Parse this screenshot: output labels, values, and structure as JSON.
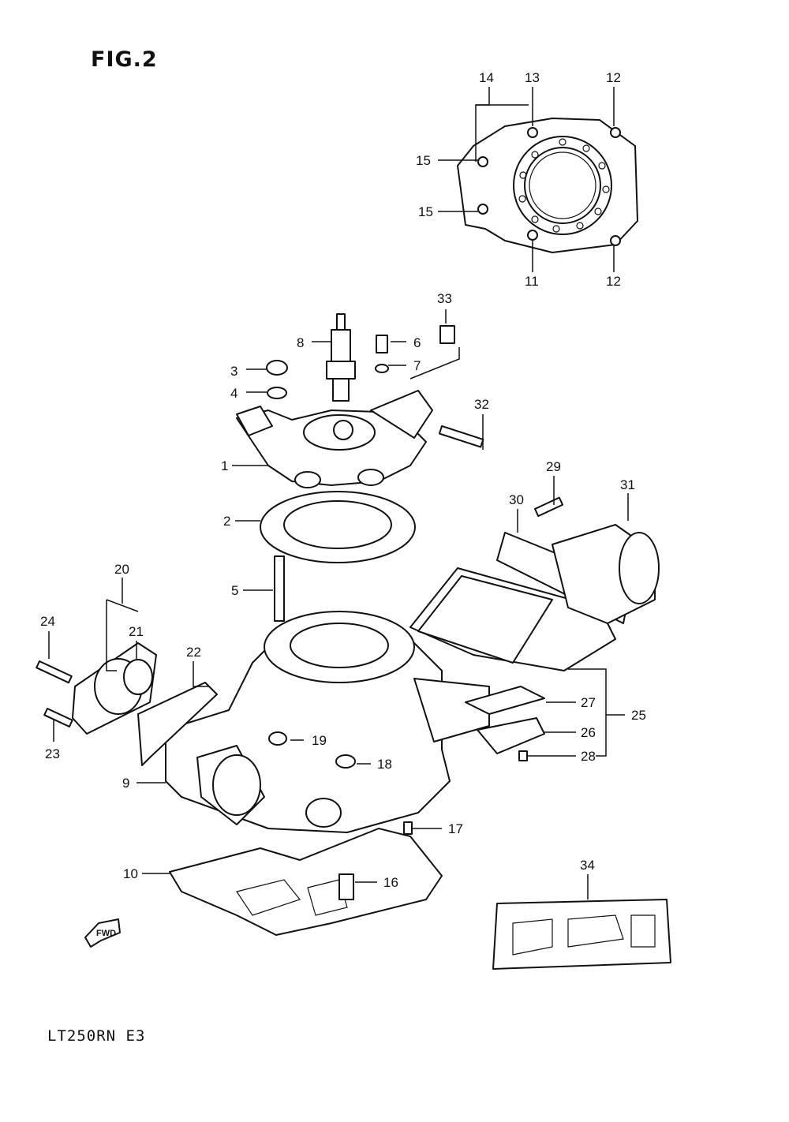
{
  "figure_title": "FIG.2",
  "model_code": "LT250RN  E3",
  "fwd_label": "FWD",
  "callouts": [
    "1",
    "2",
    "3",
    "4",
    "5",
    "6",
    "7",
    "8",
    "9",
    "10",
    "11",
    "12",
    "12",
    "13",
    "14",
    "15",
    "15",
    "16",
    "17",
    "18",
    "19",
    "20",
    "21",
    "22",
    "23",
    "24",
    "25",
    "26",
    "27",
    "28",
    "29",
    "30",
    "31",
    "32",
    "33",
    "34"
  ]
}
